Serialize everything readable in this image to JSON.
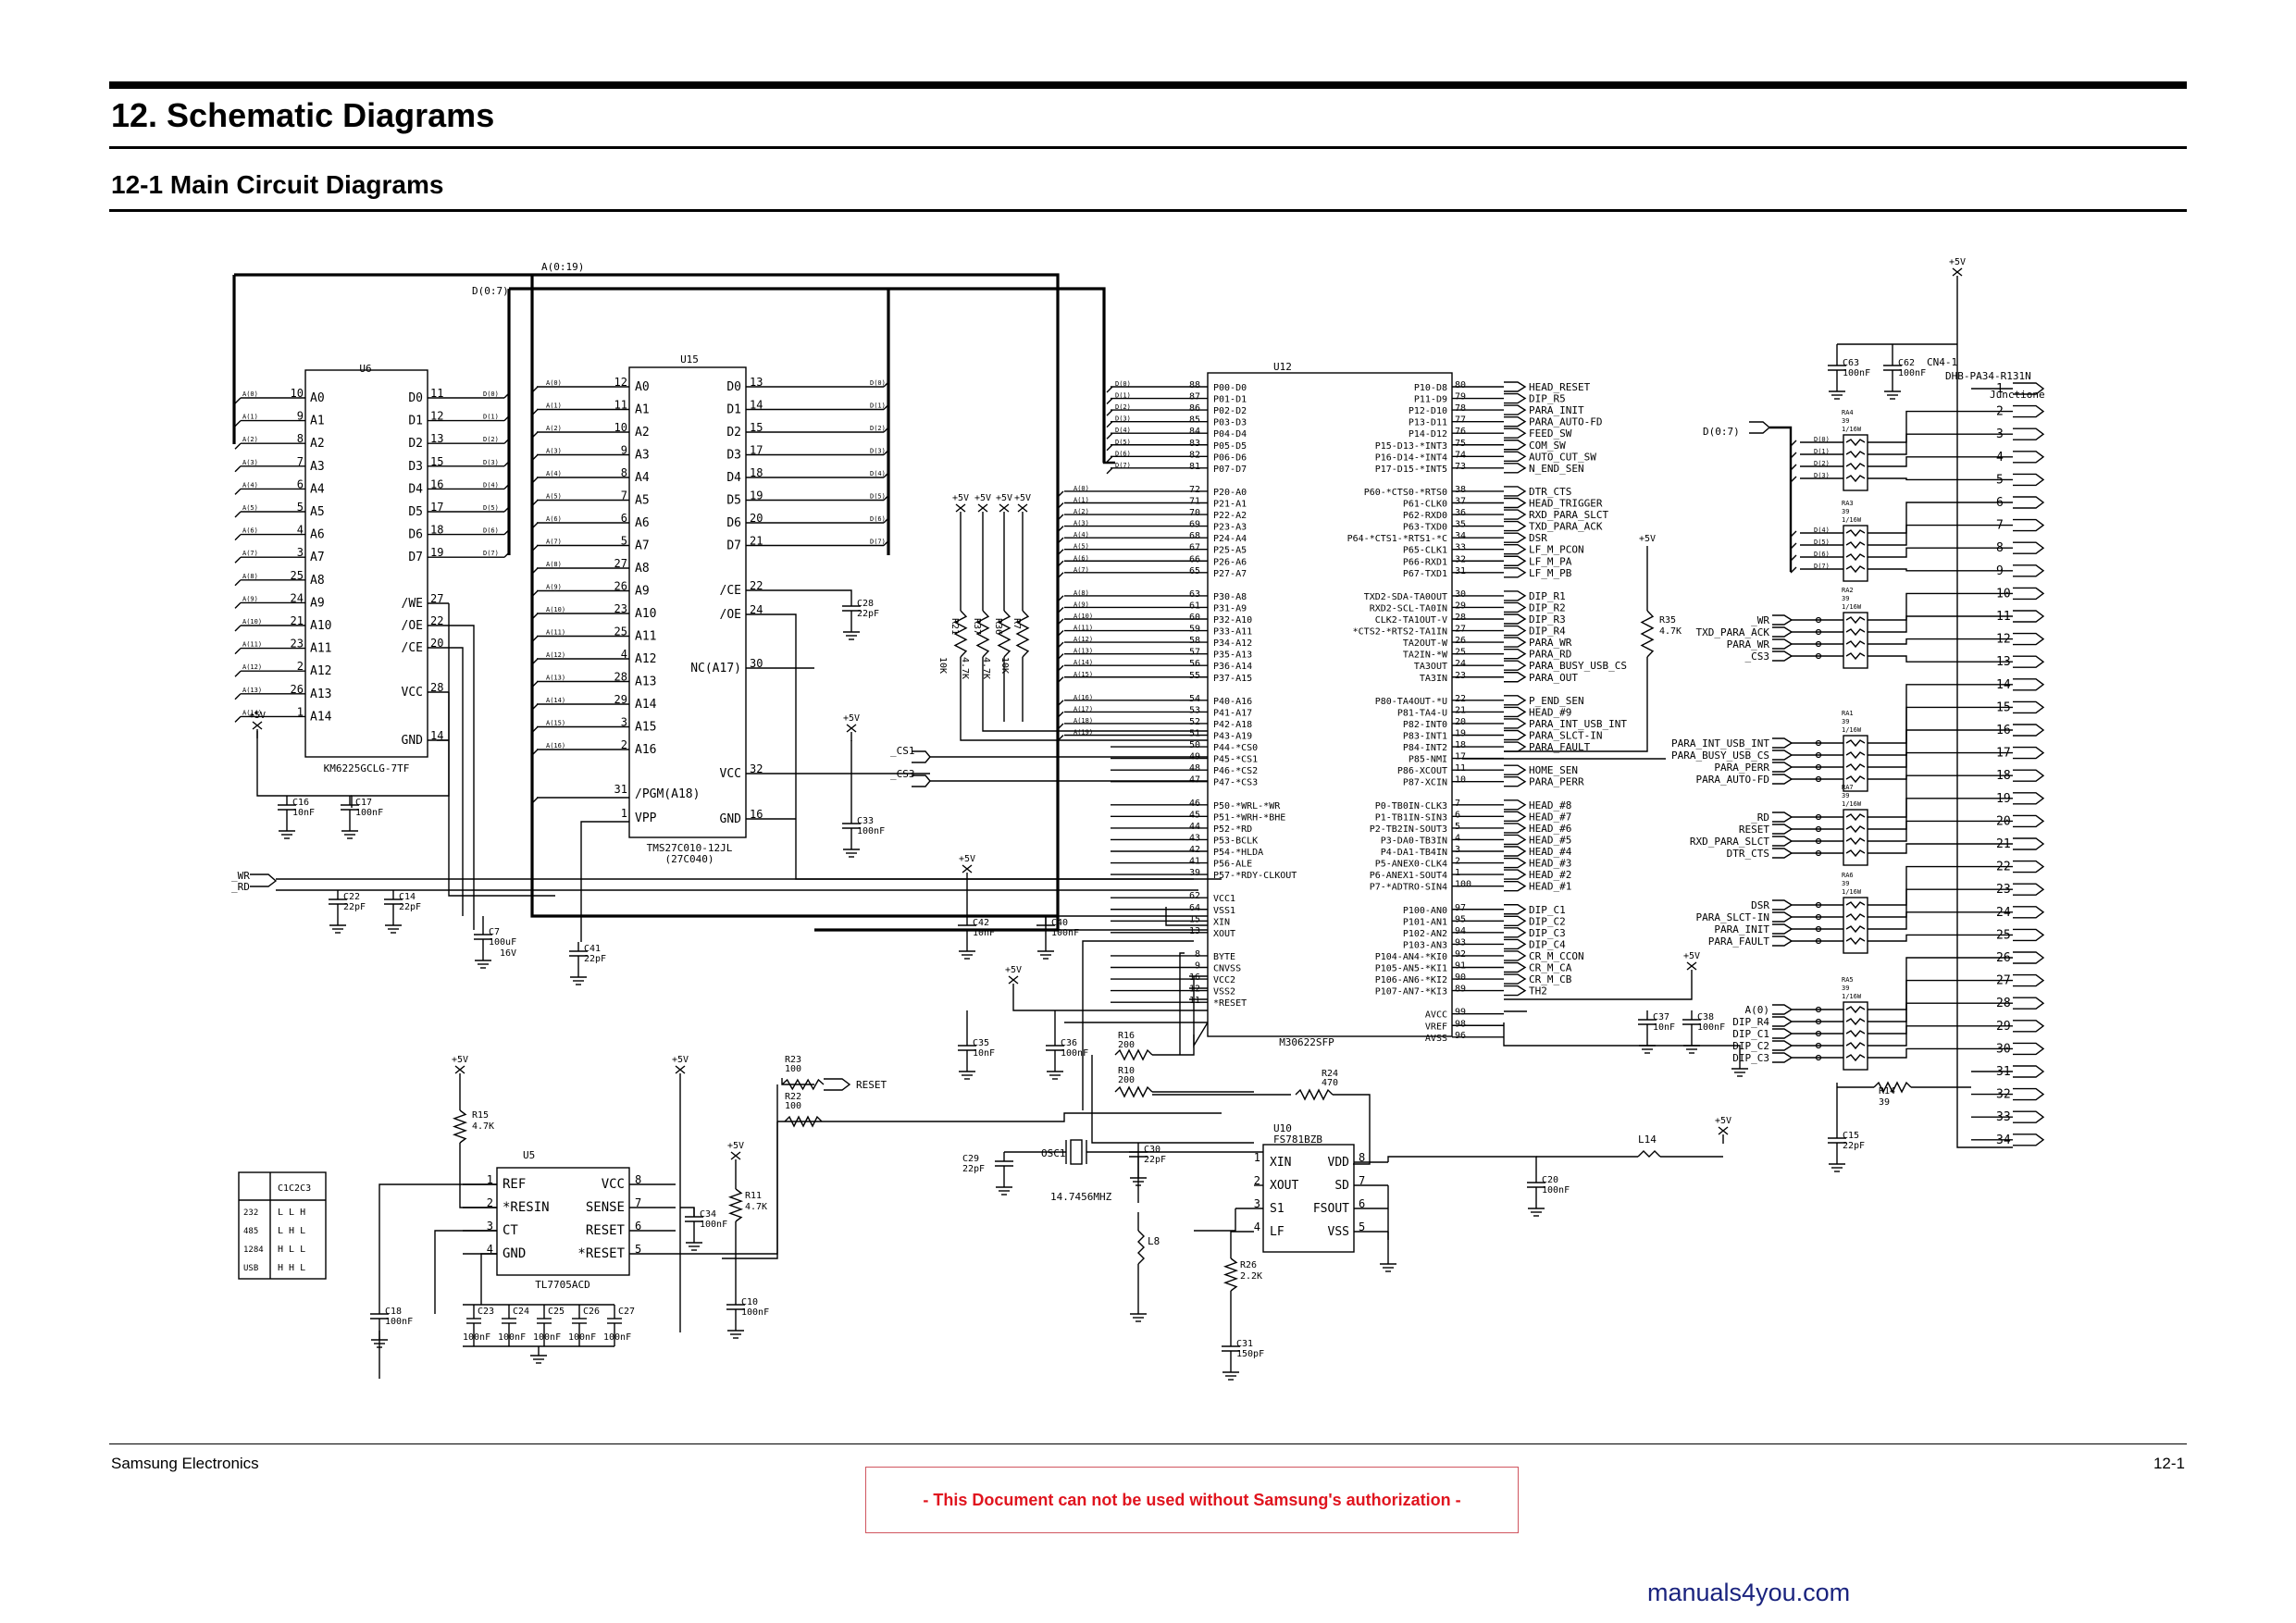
{
  "header": {
    "title": "12.  Schematic Diagrams",
    "subtitle": "12-1  Main Circuit Diagrams"
  },
  "buses": {
    "addr": "A(0:19)",
    "data": "D(0:7)",
    "data_right": "D(0:7)"
  },
  "u6": {
    "ref": "U6",
    "part": "KM6225GCLG-7TF",
    "left_pins": [
      "A0",
      "A1",
      "A2",
      "A3",
      "A4",
      "A5",
      "A6",
      "A7",
      "A8",
      "A9",
      "A10",
      "A11",
      "A12",
      "A13",
      "A14"
    ],
    "left_nums": [
      "10",
      "9",
      "8",
      "7",
      "6",
      "5",
      "4",
      "3",
      "25",
      "24",
      "21",
      "23",
      "2",
      "26",
      "1"
    ],
    "right_pins": [
      "D0",
      "D1",
      "D2",
      "D3",
      "D4",
      "D5",
      "D6",
      "D7"
    ],
    "right_nums": [
      "11",
      "12",
      "13",
      "15",
      "16",
      "17",
      "18",
      "19"
    ],
    "ctrl": [
      "/WE",
      "/OE",
      "/CE",
      "VCC",
      "GND"
    ],
    "ctrl_nums": [
      "27",
      "22",
      "20",
      "28",
      "14"
    ]
  },
  "u15": {
    "ref": "U15",
    "part": "TMS27C010-12JL",
    "alt": "(27C040)",
    "left_pins": [
      "A0",
      "A1",
      "A2",
      "A3",
      "A4",
      "A5",
      "A6",
      "A7",
      "A8",
      "A9",
      "A10",
      "A11",
      "A12",
      "A13",
      "A14",
      "A15",
      "A16"
    ],
    "left_nums": [
      "12",
      "11",
      "10",
      "9",
      "8",
      "7",
      "6",
      "5",
      "27",
      "26",
      "23",
      "25",
      "4",
      "28",
      "29",
      "3",
      "2"
    ],
    "right_pins": [
      "D0",
      "D1",
      "D2",
      "D3",
      "D4",
      "D5",
      "D6",
      "D7"
    ],
    "right_nums": [
      "13",
      "14",
      "15",
      "17",
      "18",
      "19",
      "20",
      "21"
    ],
    "ctrl": [
      "/CE",
      "/OE",
      "NC(A17)",
      "VCC",
      "GND"
    ],
    "ctrl_nums": [
      "22",
      "24",
      "30",
      "32",
      "16"
    ],
    "pgm": "/PGM(A18)",
    "pgm_num": "31",
    "vpp": "VPP",
    "vpp_num": "1"
  },
  "u12": {
    "ref": "U12",
    "part": "M30622SFP",
    "left_pins": [
      "P00-D0",
      "P01-D1",
      "P02-D2",
      "P03-D3",
      "P04-D4",
      "P05-D5",
      "P06-D6",
      "P07-D7",
      "",
      "P20-A0",
      "P21-A1",
      "P22-A2",
      "P23-A3",
      "P24-A4",
      "P25-A5",
      "P26-A6",
      "P27-A7",
      "",
      "P30-A8",
      "P31-A9",
      "P32-A10",
      "P33-A11",
      "P34-A12",
      "P35-A13",
      "P36-A14",
      "P37-A15",
      "",
      "P40-A16",
      "P41-A17",
      "P42-A18",
      "P43-A19",
      "P44-*CS0",
      "P45-*CS1",
      "P46-*CS2",
      "P47-*CS3",
      "",
      "P50-*WRL-*WR",
      "P51-*WRH-*BHE",
      "P52-*RD",
      "P53-BCLK",
      "P54-*HLDA",
      "P56-ALE",
      "P57-*RDY-CLKOUT",
      "",
      "VCC1",
      "VSS1",
      "XIN",
      "XOUT",
      "",
      "BYTE",
      "CNVSS",
      "VCC2",
      "VSS2",
      "*RESET"
    ],
    "left_nums": [
      "88",
      "87",
      "86",
      "85",
      "84",
      "83",
      "82",
      "81",
      "",
      "72",
      "71",
      "70",
      "69",
      "68",
      "67",
      "66",
      "65",
      "",
      "63",
      "61",
      "60",
      "59",
      "58",
      "57",
      "56",
      "55",
      "",
      "54",
      "53",
      "52",
      "51",
      "50",
      "49",
      "48",
      "47",
      "",
      "46",
      "45",
      "44",
      "43",
      "42",
      "41",
      "39",
      "",
      "62",
      "64",
      "15",
      "13",
      "",
      "8",
      "9",
      "16",
      "12",
      "11"
    ],
    "right_pins": [
      "P10-D8",
      "P11-D9",
      "P12-D10",
      "P13-D11",
      "P14-D12",
      "P15-D13-*INT3",
      "P16-D14-*INT4",
      "P17-D15-*INT5",
      "",
      "P60-*CTS0-*RTS0",
      "P61-CLK0",
      "P62-RXD0",
      "P63-TXD0",
      "P64-*CTS1-*RTS1-*C",
      "P65-CLK1",
      "P66-RXD1",
      "P67-TXD1",
      "",
      "TXD2-SDA-TA0OUT",
      "RXD2-SCL-TA0IN",
      "CLK2-TA1OUT-V",
      "*CTS2-*RTS2-TA1IN",
      "TA2OUT-W",
      "TA2IN-*W",
      "TA3OUT",
      "TA3IN",
      "",
      "P80-TA4OUT-*U",
      "P81-TA4-U",
      "P82-INT0",
      "P83-INT1",
      "P84-INT2",
      "P85-NMI",
      "P86-XCOUT",
      "P87-XCIN",
      "",
      "P0-TB0IN-CLK3",
      "P1-TB1IN-SIN3",
      "P2-TB2IN-SOUT3",
      "P3-DA0-TB3IN",
      "P4-DA1-TB4IN",
      "P5-ANEX0-CLK4",
      "P6-ANEX1-SOUT4",
      "P7-*ADTRO-SIN4",
      "",
      "P100-AN0",
      "P101-AN1",
      "P102-AN2",
      "P103-AN3",
      "P104-AN4-*KI0",
      "P105-AN5-*KI1",
      "P106-AN6-*KI2",
      "P107-AN7-*KI3",
      "",
      "AVCC",
      "VREF",
      "AVSS"
    ],
    "right_nums": [
      "80",
      "79",
      "78",
      "77",
      "76",
      "75",
      "74",
      "73",
      "",
      "38",
      "37",
      "36",
      "35",
      "34",
      "33",
      "32",
      "31",
      "",
      "30",
      "29",
      "28",
      "27",
      "26",
      "25",
      "24",
      "23",
      "",
      "22",
      "21",
      "20",
      "19",
      "18",
      "17",
      "11",
      "10",
      "",
      "7",
      "6",
      "5",
      "4",
      "3",
      "2",
      "1",
      "100",
      "",
      "97",
      "95",
      "94",
      "93",
      "92",
      "91",
      "90",
      "89",
      "",
      "99",
      "98",
      "96"
    ],
    "nets": [
      "HEAD_RESET",
      "DIP_R5",
      "PARA_INIT",
      "PARA_AUTO-FD",
      "FEED_SW",
      "COM_SW",
      "AUTO_CUT_SW",
      "N_END_SEN",
      "",
      "DTR_CTS",
      "HEAD_TRIGGER",
      "RXD_PARA_SLCT",
      "TXD_PARA_ACK",
      "DSR",
      "LF_M_PCON",
      "LF_M_PA",
      "LF_M_PB",
      "",
      "DIP_R1",
      "DIP_R2",
      "DIP_R3",
      "DIP_R4",
      "PARA_WR",
      "PARA_RD",
      "PARA_BUSY_USB_CS",
      "PARA_OUT",
      "",
      "P_END_SEN",
      "HEAD_#9",
      "PARA_INT_USB_INT",
      "PARA_SLCT-IN",
      "PARA_FAULT",
      "",
      "HOME_SEN",
      "PARA_PERR",
      "",
      "HEAD_#8",
      "HEAD_#7",
      "HEAD_#6",
      "HEAD_#5",
      "HEAD_#4",
      "HEAD_#3",
      "HEAD_#2",
      "HEAD_#1",
      "",
      "DIP_C1",
      "DIP_C2",
      "DIP_C3",
      "DIP_C4",
      "CR_M_CCON",
      "CR_M_CA",
      "CR_M_CB",
      "TH2"
    ]
  },
  "u5": {
    "ref": "U5",
    "part": "TL7705ACD",
    "left_pins": [
      "REF",
      "*RESIN",
      "CT",
      "GND"
    ],
    "left_nums": [
      "1",
      "2",
      "3",
      "4"
    ],
    "right_pins": [
      "VCC",
      "SENSE",
      "RESET",
      "*RESET"
    ],
    "right_nums": [
      "8",
      "7",
      "6",
      "5"
    ]
  },
  "u10": {
    "ref": "U10",
    "part": "FS781BZB",
    "left_pins": [
      "XIN",
      "XOUT",
      "S1",
      "LF"
    ],
    "left_nums": [
      "1",
      "2",
      "3",
      "4"
    ],
    "right_pins": [
      "VDD",
      "SD",
      "FSOUT",
      "VSS"
    ],
    "right_nums": [
      "8",
      "7",
      "6",
      "5"
    ]
  },
  "connector": {
    "ref": "CN4-1",
    "part": "DHB-PA34-R131N",
    "junction": "Junctione",
    "pins": [
      "1",
      "2",
      "3",
      "4",
      "5",
      "6",
      "7",
      "8",
      "9",
      "10",
      "11",
      "12",
      "13",
      "14",
      "15",
      "16",
      "17",
      "18",
      "19",
      "20",
      "21",
      "22",
      "23",
      "24",
      "25",
      "26",
      "27",
      "28",
      "29",
      "30",
      "31",
      "32",
      "33",
      "34"
    ]
  },
  "resistor_arrays": [
    {
      "ref": "RA4",
      "val": "39",
      "pwr": "1/16W",
      "nets": [
        "D(0)",
        "D(1)",
        "D(2)",
        "D(3)"
      ]
    },
    {
      "ref": "RA3",
      "val": "39",
      "pwr": "1/16W",
      "nets": [
        "D(4)",
        "D(5)",
        "D(6)",
        "D(7)"
      ]
    },
    {
      "ref": "RA2",
      "val": "39",
      "pwr": "1/16W",
      "nets": [
        "_WR",
        "TXD_PARA_ACK",
        "PARA_WR",
        "_CS3"
      ]
    },
    {
      "ref": "RA1",
      "val": "39",
      "pwr": "1/16W",
      "nets": [
        "PARA_INT_USB_INT",
        "PARA_BUSY_USB_CS",
        "PARA_PERR",
        "PARA_AUTO-FD"
      ]
    },
    {
      "ref": "RA7",
      "val": "39",
      "pwr": "1/16W",
      "nets": [
        "_RD",
        "RESET",
        "RXD_PARA_SLCT",
        "DTR_CTS"
      ]
    },
    {
      "ref": "RA6",
      "val": "39",
      "pwr": "1/16W",
      "nets": [
        "DSR",
        "PARA_SLCT-IN",
        "PARA_INIT",
        "PARA_FAULT"
      ]
    },
    {
      "ref": "RA5",
      "val": "39",
      "pwr": "1/16W",
      "nets": [
        "A(0)",
        "DIP_R4",
        "DIP_C1",
        "DIP_C2",
        "DIP_C3"
      ]
    }
  ],
  "pullups": [
    {
      "ref": "R21",
      "val": "10K"
    },
    {
      "ref": "R37",
      "val": "4.7K"
    },
    {
      "ref": "R36",
      "val": "4.7K"
    },
    {
      "ref": "R7",
      "val": "10K"
    }
  ],
  "caps": [
    {
      "ref": "C16",
      "val": "10nF"
    },
    {
      "ref": "C17",
      "val": "100nF"
    },
    {
      "ref": "C22",
      "val": "22pF"
    },
    {
      "ref": "C14",
      "val": "22pF"
    },
    {
      "ref": "C7",
      "val": "100uF",
      "v": "16V"
    },
    {
      "ref": "C41",
      "val": "22pF"
    },
    {
      "ref": "C28",
      "val": "22pF"
    },
    {
      "ref": "C33",
      "val": "100nF"
    },
    {
      "ref": "C42",
      "val": "10nF"
    },
    {
      "ref": "C40",
      "val": "100nF"
    },
    {
      "ref": "C35",
      "val": "10nF"
    },
    {
      "ref": "C36",
      "val": "100nF"
    },
    {
      "ref": "C37",
      "val": "10nF"
    },
    {
      "ref": "C38",
      "val": "100nF"
    },
    {
      "ref": "C63",
      "val": "100nF"
    },
    {
      "ref": "C62",
      "val": "100nF"
    },
    {
      "ref": "C15",
      "val": "22pF"
    },
    {
      "ref": "C20",
      "val": "100nF"
    },
    {
      "ref": "C29",
      "val": "22pF"
    },
    {
      "ref": "C30",
      "val": "22pF"
    },
    {
      "ref": "C31",
      "val": "150pF"
    },
    {
      "ref": "C34",
      "val": "100nF"
    },
    {
      "ref": "C10",
      "val": "100nF"
    },
    {
      "ref": "C18",
      "val": "100nF"
    },
    {
      "ref": "C23",
      "val": "100nF"
    },
    {
      "ref": "C24",
      "val": "100nF"
    },
    {
      "ref": "C25",
      "val": "100nF"
    },
    {
      "ref": "C26",
      "val": "100nF"
    },
    {
      "ref": "C27",
      "val": "100nF"
    }
  ],
  "resistors": [
    {
      "ref": "R16",
      "val": "200"
    },
    {
      "ref": "R10",
      "val": "200"
    },
    {
      "ref": "R24",
      "val": "470"
    },
    {
      "ref": "R23",
      "val": "100"
    },
    {
      "ref": "R22",
      "val": "100"
    },
    {
      "ref": "R15",
      "val": "4.7K"
    },
    {
      "ref": "R11",
      "val": "4.7K"
    },
    {
      "ref": "R26",
      "val": "2.2K"
    },
    {
      "ref": "R35",
      "val": "4.7K"
    },
    {
      "ref": "R14",
      "val": "39"
    }
  ],
  "misc": {
    "osc_ref": "OSC1",
    "osc_val": "14.7456MHZ",
    "l8": "L8",
    "l14": "L14",
    "vcc": "+5V",
    "reset_net": "RESET",
    "cs1": "_CS1",
    "cs3": "_CS3",
    "wr": "_WR",
    "rd": "_RD"
  },
  "mode_table": {
    "header": [
      "",
      "C1C2C3"
    ],
    "rows": [
      [
        "232",
        "L L H"
      ],
      [
        "485",
        "L H L"
      ],
      [
        "1284",
        "H L L"
      ],
      [
        "USB",
        "H H L"
      ]
    ]
  },
  "footer": {
    "left": "Samsung Electronics",
    "right": "12-1",
    "notice": "- This Document can not be used without Samsung's authorization -",
    "site": "manuals4you.com"
  },
  "colors": {
    "notice_text": "#e0141e",
    "notice_border": "#d0555f",
    "site": "#1a237e"
  }
}
